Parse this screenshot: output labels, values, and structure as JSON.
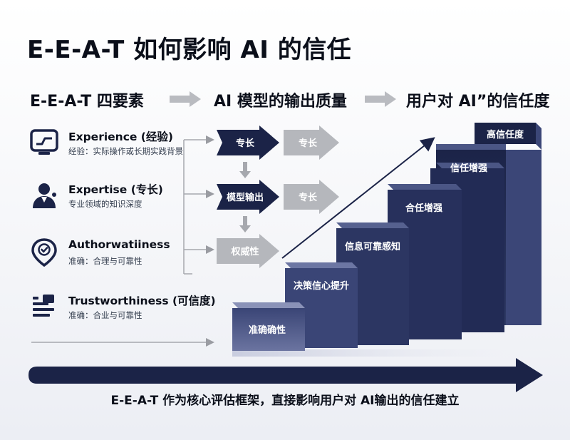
{
  "title": "E-E-A-T 如何影响 AI 的信任",
  "column_headers": {
    "factors": "E-E-A-T 四要素",
    "quality": "AI 模型的输出质量",
    "trust": "用户对 AI”的信任度"
  },
  "factors": [
    {
      "name": "Experience (经验)",
      "desc": "经验：实际操作或长期实践背景",
      "icon": "monitor-icon"
    },
    {
      "name": "Expertise (专长)",
      "desc": "专业领域的知识深度",
      "icon": "expert-person-icon"
    },
    {
      "name": "Authorwatiiness",
      "desc": "准确：合理与可靠性",
      "icon": "location-badge-icon"
    },
    {
      "name": "Trustworthiness (可信度)",
      "desc": "准确：合业与可靠性",
      "icon": "document-list-icon"
    }
  ],
  "flow": {
    "dark_nodes": [
      "专长",
      "模型输出"
    ],
    "light_nodes": [
      "专长",
      "专长",
      "权威性"
    ]
  },
  "stairs": [
    "准确确性",
    "决策信心提升",
    "信息可靠感知",
    "合任增强",
    "信任增强",
    "高信任度"
  ],
  "bottom_caption": "E-E-A-T 作为核心评估框架，直接影响用户对 AI输出的信任建立",
  "colors": {
    "navy": "#1b2347",
    "navy_light": "#3a4576",
    "gray_arrow": "#b5b7bc",
    "text": "#0b0f1a"
  }
}
